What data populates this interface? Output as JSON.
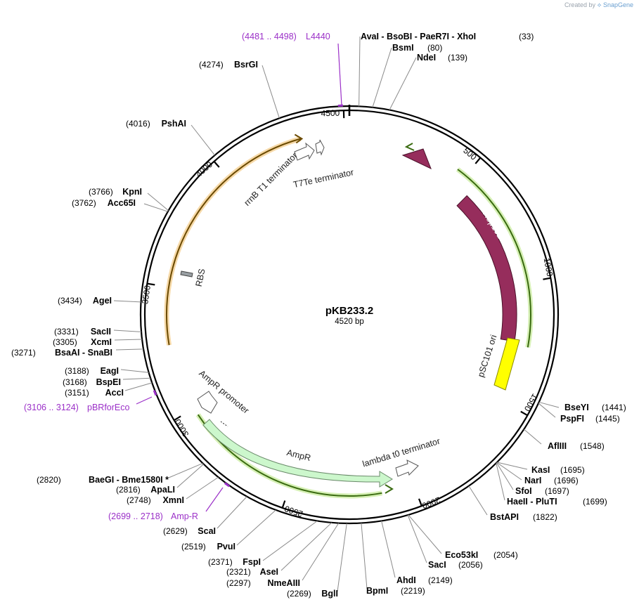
{
  "credit": {
    "prefix": "Created by",
    "brand": "SnapGene"
  },
  "plasmid": {
    "name": "pKB233.2",
    "length_label": "4520 bp",
    "length": 4520
  },
  "ticks": [
    {
      "label": "500",
      "bp": 500
    },
    {
      "label": "1000",
      "bp": 1000
    },
    {
      "label": "1500",
      "bp": 1500
    },
    {
      "label": "2000",
      "bp": 2000
    },
    {
      "label": "2500",
      "bp": 2500
    },
    {
      "label": "3000",
      "bp": 3000
    },
    {
      "label": "3500",
      "bp": 3500
    },
    {
      "label": "4000",
      "bp": 4000
    },
    {
      "label": "4500",
      "bp": 4500
    }
  ],
  "sites": [
    {
      "id": "avai",
      "label": "AvaI  - BsoBI  - PaeR7I  - XhoI",
      "pos": "(33)",
      "bp": 33
    },
    {
      "id": "bsmi",
      "label": "BsmI",
      "pos": "(80)",
      "bp": 80
    },
    {
      "id": "ndei",
      "label": "NdeI",
      "pos": "(139)",
      "bp": 139
    },
    {
      "id": "bseyi",
      "label": "BseYI",
      "pos": "(1441)",
      "bp": 1441
    },
    {
      "id": "pspfi",
      "label": "PspFI",
      "pos": "(1445)",
      "bp": 1445
    },
    {
      "id": "aflii",
      "label": "AflIII",
      "pos": "(1548)",
      "bp": 1548
    },
    {
      "id": "kasi",
      "label": "KasI",
      "pos": "(1695)",
      "bp": 1695
    },
    {
      "id": "nari",
      "label": "NarI",
      "pos": "(1696)",
      "bp": 1696
    },
    {
      "id": "sfoi",
      "label": "SfoI",
      "pos": "(1697)",
      "bp": 1697
    },
    {
      "id": "haeii",
      "label": "HaeII  - PluTI",
      "pos": "(1699)",
      "bp": 1699
    },
    {
      "id": "bstapi",
      "label": "BstAPI",
      "pos": "(1822)",
      "bp": 1822
    },
    {
      "id": "eco53ki",
      "label": "Eco53kI",
      "pos": "(2054)",
      "bp": 2054
    },
    {
      "id": "saci",
      "label": "SacI",
      "pos": "(2056)",
      "bp": 2056
    },
    {
      "id": "ahdi",
      "label": "AhdI",
      "pos": "(2149)",
      "bp": 2149
    },
    {
      "id": "bpmi",
      "label": "BpmI",
      "pos": "(2219)",
      "bp": 2219
    },
    {
      "id": "bgli",
      "label": "BglI",
      "pos": "(2269)",
      "bp": 2269
    },
    {
      "id": "nmeaiii",
      "label": "NmeAIII",
      "pos": "(2297)",
      "bp": 2297
    },
    {
      "id": "asei",
      "label": "AseI",
      "pos": "(2321)",
      "bp": 2321
    },
    {
      "id": "fspi",
      "label": "FspI",
      "pos": "(2371)",
      "bp": 2371
    },
    {
      "id": "pvui",
      "label": "PvuI",
      "pos": "(2519)",
      "bp": 2519
    },
    {
      "id": "scai",
      "label": "ScaI",
      "pos": "(2629)",
      "bp": 2629
    },
    {
      "id": "xmni",
      "label": "XmnI",
      "pos": "(2748)",
      "bp": 2748
    },
    {
      "id": "apali",
      "label": "ApaLI",
      "pos": "(2816)",
      "bp": 2816
    },
    {
      "id": "baegi",
      "label": "BaeGI  - Bme1580I *",
      "pos": "(2820)",
      "bp": 2820
    },
    {
      "id": "acci",
      "label": "AccI",
      "pos": "(3151)",
      "bp": 3151
    },
    {
      "id": "bspei",
      "label": "BspEI",
      "pos": "(3168)",
      "bp": 3168
    },
    {
      "id": "eagi",
      "label": "EagI",
      "pos": "(3188)",
      "bp": 3188
    },
    {
      "id": "bsaai",
      "label": "BsaAI  - SnaBI",
      "pos": "(3271)",
      "bp": 3271
    },
    {
      "id": "xcmi",
      "label": "XcmI",
      "pos": "(3305)",
      "bp": 3305
    },
    {
      "id": "sacii",
      "label": "SacII",
      "pos": "(3331)",
      "bp": 3331
    },
    {
      "id": "agei",
      "label": "AgeI",
      "pos": "(3434)",
      "bp": 3434
    },
    {
      "id": "acc65i",
      "label": "Acc65I",
      "pos": "(3762)",
      "bp": 3762
    },
    {
      "id": "kpni",
      "label": "KpnI",
      "pos": "(3766)",
      "bp": 3766
    },
    {
      "id": "pshai",
      "label": "PshAI",
      "pos": "(4016)",
      "bp": 4016
    },
    {
      "id": "bsrgi",
      "label": "BsrGI",
      "pos": "(4274)",
      "bp": 4274
    }
  ],
  "primers": [
    {
      "id": "l4440",
      "range": "(4481 .. 4498)",
      "name": "L4440",
      "start": 4481,
      "end": 4498
    },
    {
      "id": "pbrforeco",
      "range": "(3106 .. 3124)",
      "name": "pBRforEco",
      "start": 3106,
      "end": 3124
    },
    {
      "id": "amp-r",
      "range": "(2699 .. 2718)",
      "name": "Amp-R",
      "start": 2699,
      "end": 2718
    }
  ],
  "features": [
    {
      "id": "rep101",
      "label": "Rep101",
      "color": "#962d5c"
    },
    {
      "id": "psc101-ori",
      "label": "pSC101 ori",
      "color": "#ffff00"
    },
    {
      "id": "ampr",
      "label": "AmpR",
      "color": "#ccf7cc"
    },
    {
      "id": "ampr-promoter",
      "label": "AmpR promoter"
    },
    {
      "id": "rrnb-t1",
      "label": "rrnB T1 terminator"
    },
    {
      "id": "t7te",
      "label": "T7Te terminator"
    },
    {
      "id": "lambda-t0",
      "label": "lambda t0 terminator"
    },
    {
      "id": "rbs",
      "label": "RBS"
    }
  ],
  "colors": {
    "orf_orange": "#f0a030",
    "orf_green": "#8fc63f",
    "primer": "#9b30c8",
    "backbone": "#000000"
  }
}
